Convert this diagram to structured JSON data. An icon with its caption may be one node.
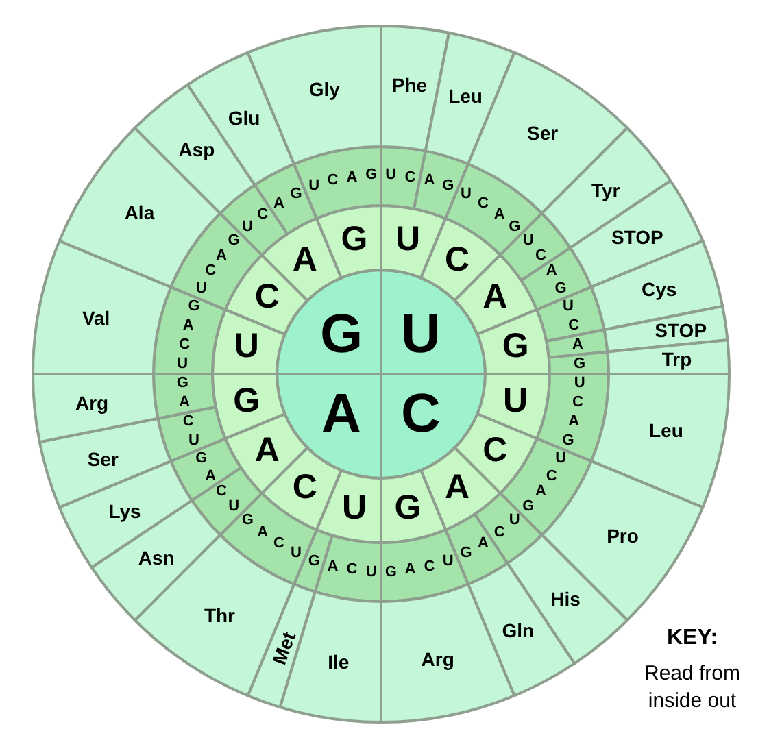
{
  "diagram": {
    "nodes": [
      {
        "text": [
          "U"
        ]
      },
      {
        "text": [
          "C"
        ]
      },
      {
        "text": [
          "A"
        ]
      },
      {
        "text": [
          "G"
        ]
      },
      {
        "text": [
          "U"
        ]
      },
      {
        "text": [
          "C"
        ]
      },
      {
        "text": [
          "A"
        ]
      },
      {
        "text": [
          "G"
        ]
      },
      {
        "text": [
          "U"
        ]
      },
      {
        "text": [
          "C"
        ]
      },
      {
        "text": [
          "A"
        ]
      },
      {
        "text": [
          "G"
        ]
      },
      {
        "text": [
          "U"
        ]
      },
      {
        "text": [
          "C"
        ]
      },
      {
        "text": [
          "A"
        ]
      },
      {
        "text": [
          "G"
        ]
      },
      {
        "text": [
          "U"
        ]
      },
      {
        "text": [
          "C"
        ]
      },
      {
        "text": [
          "A"
        ]
      },
      {
        "text": [
          "G"
        ]
      },
      {
        "text": [
          "U",
          "C"
        ]
      },
      {
        "text": [
          "A",
          "G"
        ]
      },
      {
        "text": [
          "U",
          "C",
          "A",
          "G"
        ]
      },
      {
        "text": [
          "U",
          "C"
        ]
      },
      {
        "text": [
          "A",
          "G"
        ]
      },
      {
        "text": [
          "U",
          "C"
        ]
      },
      {
        "text": [
          "A"
        ]
      },
      {
        "text": [
          "G"
        ]
      },
      {
        "text": [
          "U",
          "C",
          "A",
          "G"
        ]
      },
      {
        "text": [
          "U",
          "C",
          "A",
          "G"
        ]
      },
      {
        "text": [
          "U",
          "C"
        ]
      },
      {
        "text": [
          "A",
          "G"
        ]
      },
      {
        "text": [
          "G",
          "A",
          "C",
          "U"
        ]
      },
      {
        "text": [
          "A",
          "C",
          "U"
        ]
      },
      {
        "text": [
          "G"
        ]
      },
      {
        "text": [
          "G",
          "A",
          "C",
          "U"
        ]
      },
      {
        "text": [
          "C",
          "U"
        ]
      },
      {
        "text": [
          "G",
          "A"
        ]
      },
      {
        "text": [
          "C",
          "U"
        ]
      },
      {
        "text": [
          "G",
          "A"
        ]
      },
      {
        "text": [
          "G",
          "A",
          "C",
          "U"
        ]
      },
      {
        "text": [
          "U",
          "C",
          "A",
          "G"
        ]
      },
      {
        "text": [
          "U",
          "C"
        ]
      },
      {
        "text": [
          "A",
          "G"
        ]
      },
      {
        "text": [
          "U",
          "C",
          "A",
          "G"
        ]
      },
      {
        "text": [
          "Phe"
        ]
      },
      {
        "text": [
          "Leu"
        ]
      },
      {
        "text": [
          "Ser"
        ]
      },
      {
        "text": [
          "Tyr"
        ]
      },
      {
        "text": [
          "STOP"
        ]
      },
      {
        "text": [
          "Cys"
        ]
      },
      {
        "text": [
          "STOP"
        ]
      },
      {
        "text": [
          "Trp"
        ]
      },
      {
        "text": [
          "Leu"
        ]
      },
      {
        "text": [
          "Pro"
        ]
      },
      {
        "text": [
          "His"
        ]
      },
      {
        "text": [
          "Gln"
        ]
      },
      {
        "text": [
          "Arg"
        ]
      },
      {
        "text": [
          "Ile"
        ]
      },
      {
        "text": [
          "Met"
        ]
      },
      {
        "text": [
          "Thr"
        ]
      },
      {
        "text": [
          "Asn"
        ]
      },
      {
        "text": [
          "Lys"
        ]
      },
      {
        "text": [
          "Ser"
        ]
      },
      {
        "text": [
          "Arg"
        ]
      },
      {
        "text": [
          "Val"
        ]
      },
      {
        "text": [
          "Ala"
        ]
      },
      {
        "text": [
          "Asp"
        ]
      },
      {
        "text": [
          "Glu"
        ]
      },
      {
        "text": [
          "Gly"
        ]
      }
    ],
    "labels": [
      "KEY:",
      "Read from inside out"
    ]
  }
}
